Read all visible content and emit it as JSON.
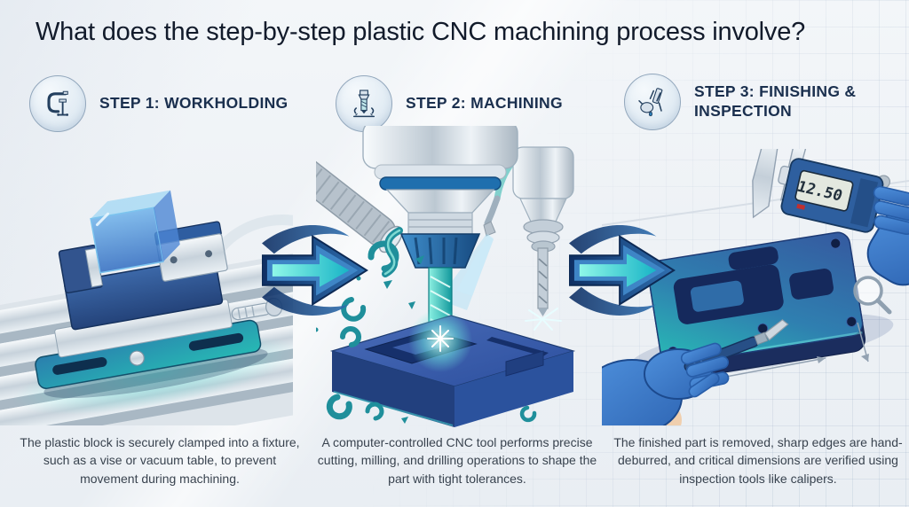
{
  "title": "What does the step-by-step plastic CNC machining process involve?",
  "steps": [
    {
      "label": "STEP 1: WORKHOLDING",
      "icon": "c-clamp-icon",
      "description": "The plastic block is securely clamped into a fixture, such as a vise or vacuum table, to prevent movement during machining.",
      "illustration_alt": "machinist vise clamping a translucent blue plastic block on a T-slot machine table"
    },
    {
      "label": "STEP 2: MACHINING",
      "icon": "end-mill-icon",
      "description": "A computer-controlled CNC tool performs precise cutting, milling, and drilling operations to shape the part with tight tolerances.",
      "illustration_alt": "CNC spindle with teal end mill cutting a pocket in a blue block, drill and coolant nozzle at right, chips flying"
    },
    {
      "label": "STEP 3: FINISHING & INSPECTION",
      "icon": "caliper-hand-icon",
      "description": "The finished part is removed, sharp edges are hand-deburred, and critical dimensions are verified using inspection tools like calipers.",
      "caliper_reading": "12.50",
      "illustration_alt": "gloved hands deburring a machined blue plate and measuring it with a digital caliper, magnifier and dimension lines nearby"
    }
  ],
  "colors": {
    "background": "#eef1f5",
    "title_text": "#121b2b",
    "step_label": "#1a2f4e",
    "body_text": "#39434f",
    "arrow_navy": "#153a6e",
    "arrow_teal": "#2ed2c9",
    "part_blue": "#2c4f9e",
    "accent_teal": "#1fa9a5",
    "glove_blue": "#3b79c9",
    "silver": "#c9d4dd"
  }
}
